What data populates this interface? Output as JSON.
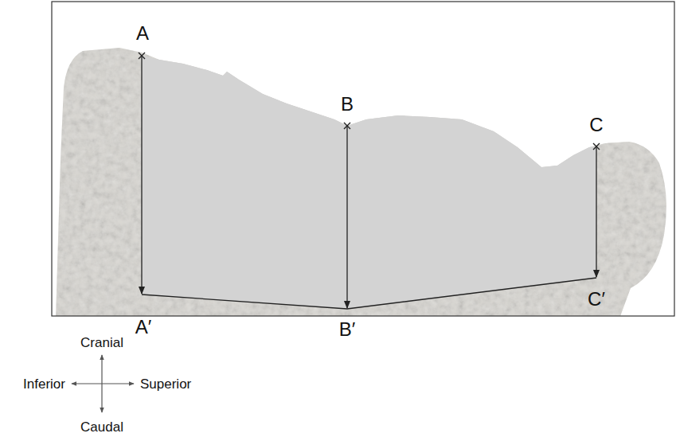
{
  "diagram": {
    "labels": [
      "A",
      "B",
      "C",
      "A′",
      "B′",
      "C′",
      "Cranial",
      "Inferior",
      "Superior",
      "Caudal"
    ]
  }
}
